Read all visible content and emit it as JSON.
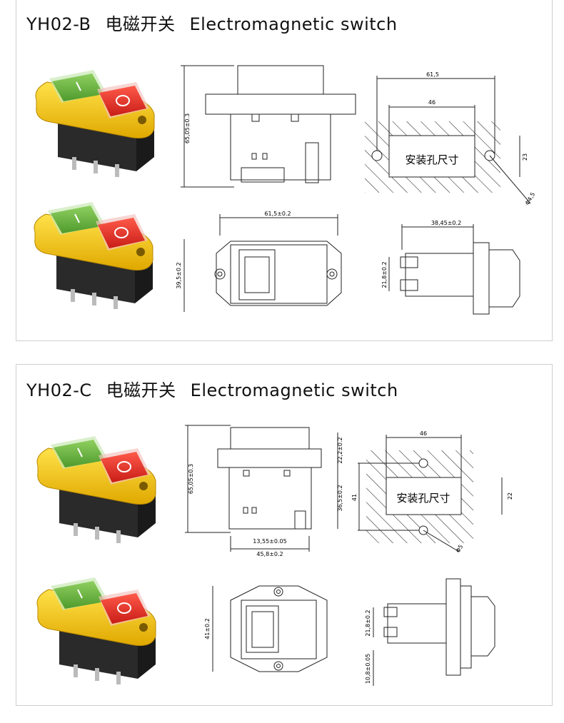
{
  "panel_b": {
    "model": "YH02-B",
    "name_cn": "电磁开关",
    "name_en": "Electromagnetic switch",
    "dims": {
      "height": "65,05±0.3",
      "width": "61,5±0.2",
      "depth": "39,5±0.2",
      "body": "38,45±0.2",
      "pin": "21,8±0.2",
      "cut_outer": "61,5",
      "cut_inner": "46",
      "cut_h": "23",
      "hole": "Φ4,5"
    },
    "hole_label": "安装孔尺寸"
  },
  "panel_c": {
    "model": "YH02-C",
    "name_cn": "电磁开关",
    "name_en": "Electromagnetic switch",
    "dims": {
      "height": "65,05±0.3",
      "top": "22,2±0.2",
      "mid": "36,5±0.2",
      "pin_gap": "13,55±0.05",
      "width": "45,8±0.2",
      "depth": "41±0.2",
      "pin": "21,8±0.2",
      "base": "10,8±0.05",
      "cut_inner": "46",
      "cut_outer": "41",
      "cut_h": "22",
      "hole": "Φ5"
    },
    "hole_label": "安装孔尺寸"
  },
  "colors": {
    "yellow": "#f2c21b",
    "green": "#6db33f",
    "red": "#e0322b",
    "black": "#2a2a2a"
  }
}
